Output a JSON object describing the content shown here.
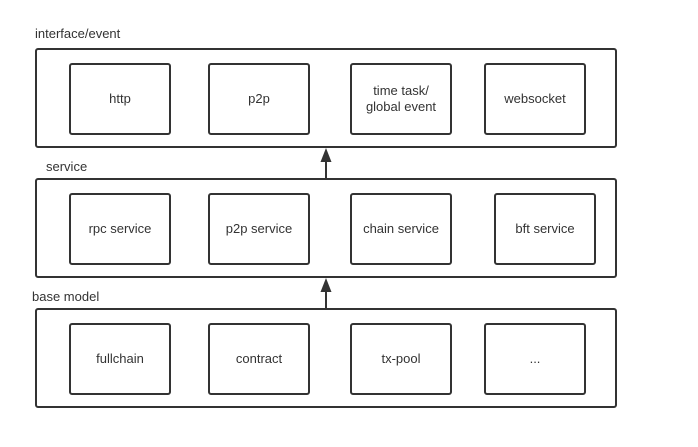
{
  "layers": [
    {
      "label": "interface/event",
      "nodes": [
        "http",
        "p2p",
        "time task/\nglobal event",
        "websocket"
      ]
    },
    {
      "label": "service",
      "nodes": [
        "rpc service",
        "p2p service",
        "chain service",
        "bft service"
      ]
    },
    {
      "label": "base model",
      "nodes": [
        "fullchain",
        "contract",
        "tx-pool",
        "..."
      ]
    }
  ],
  "colors": {
    "stroke": "#333333",
    "text": "#333333",
    "background": "#ffffff"
  }
}
